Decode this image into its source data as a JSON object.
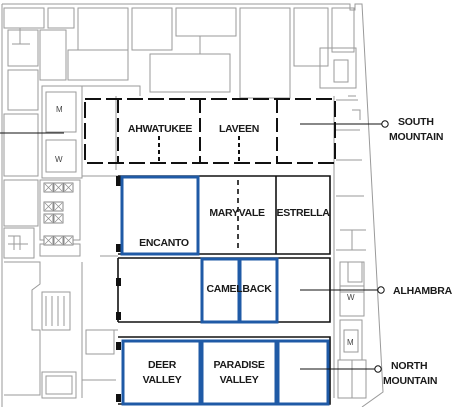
{
  "rooms": {
    "ahwatukee": "AHWATUKEE",
    "laveen": "LAVEEN",
    "maryvale": "MARYVALE",
    "estrella": "ESTRELLA",
    "encanto": "ENCANTO",
    "camelback": "CAMELBACK",
    "deer_valley_1": "DEER",
    "deer_valley_2": "VALLEY",
    "paradise_valley_1": "PARADISE",
    "paradise_valley_2": "VALLEY"
  },
  "callouts": {
    "south_mountain_1": "SOUTH",
    "south_mountain_2": "MOUNTAIN",
    "alhambra": "ALHAMBRA",
    "north_mountain_1": "NORTH",
    "north_mountain_2": "MOUNTAIN"
  },
  "restrooms": {
    "m_left": "M",
    "w_left": "W",
    "w_right": "W",
    "m_right": "M"
  },
  "colors": {
    "highlight": "#1f5aa6",
    "walls": "#9a9a9a",
    "room_border": "#111111"
  }
}
